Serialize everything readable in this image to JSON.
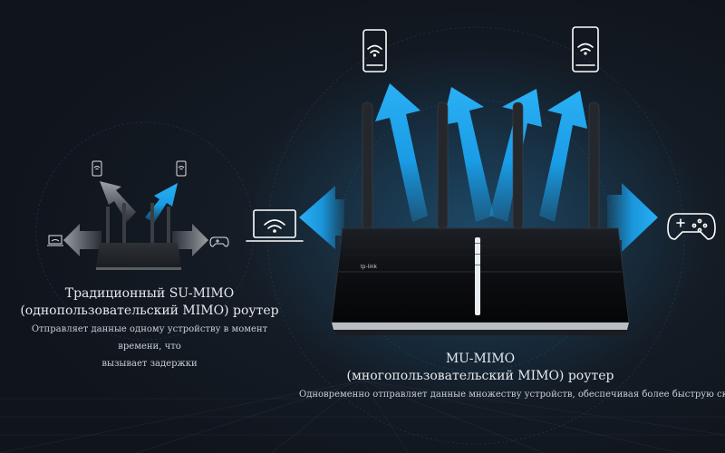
{
  "su_mimo": {
    "title_line1": "Традиционный SU-MIMO",
    "title_line2": "(однопользовательский MIMO) роутер",
    "desc_line1": "Отправляет данные одному устройству в момент времени, что",
    "desc_line2": "вызывает задержки"
  },
  "mu_mimo": {
    "title_line1": "MU-MIMO",
    "title_line2": "(многопользовательский MIMO) роутер",
    "desc": "Одновременно отправляет данные множеству устройств, обеспечивая более быструю скорость"
  },
  "router_logo": "tp-link",
  "colors": {
    "background": "#141b24",
    "arrow_blue": "#1a9ce8",
    "arrow_grey": "#8a8e94",
    "icon_stroke": "#ffffff",
    "router_body": "#0f1114"
  },
  "icons": [
    "wifi-phone-icon",
    "wifi-laptop-icon",
    "gamepad-icon"
  ]
}
